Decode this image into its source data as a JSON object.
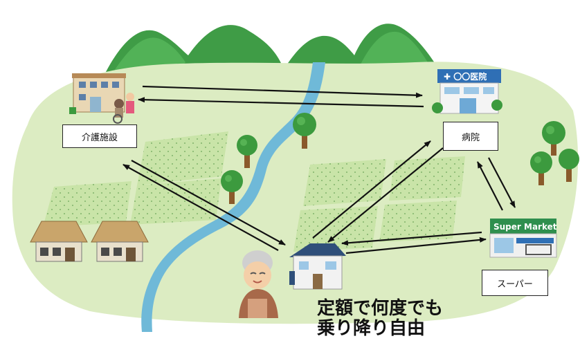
{
  "labels": {
    "care_facility": "介護施設",
    "hospital": "病院",
    "supermarket": "スーパー"
  },
  "signs": {
    "hospital_sign": "✚ 〇〇医院",
    "supermarket_sign": "Super Market"
  },
  "caption": {
    "line1": "定額で何度でも",
    "line2": "乗り降り自由"
  },
  "colors": {
    "ground": "#dcecc2",
    "mountain": "#3e9a44",
    "river": "#6fb9d8",
    "field": "#c7e3a6",
    "arrow": "#111111"
  }
}
